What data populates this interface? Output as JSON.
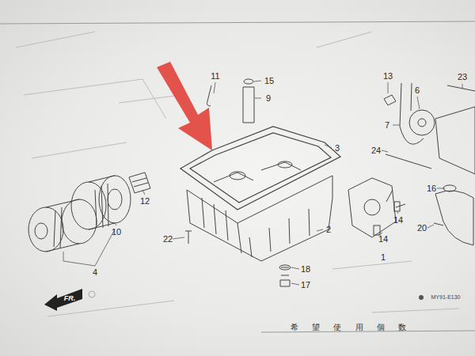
{
  "diagram": {
    "labels": [
      "11",
      "15",
      "9",
      "13",
      "6",
      "23",
      "7",
      "3",
      "24",
      "16",
      "12",
      "10",
      "4",
      "22",
      "2",
      "14",
      "14",
      "1",
      "20",
      "18",
      "17",
      "FR.",
      "MY91-E130",
      "希 望 使 用 個 数"
    ]
  }
}
